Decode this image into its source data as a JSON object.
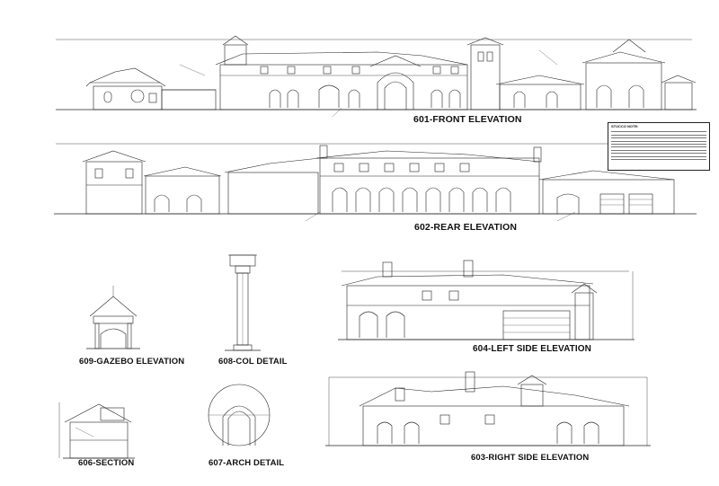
{
  "views": {
    "front": "601-FRONT ELEVATION",
    "rear": "602-REAR ELEVATION",
    "right": "603-RIGHT SIDE ELEVATION",
    "left": "604-LEFT SIDE ELEVATION",
    "section": "606-SECTION",
    "arch": "607-ARCH DETAIL",
    "col": "608-COL DETAIL",
    "gazebo": "609-GAZEBO ELEVATION"
  },
  "stucco_note": {
    "title": "STUCCO NOTE:"
  },
  "colors": {
    "line": "#222222",
    "paper": "#ffffff"
  }
}
